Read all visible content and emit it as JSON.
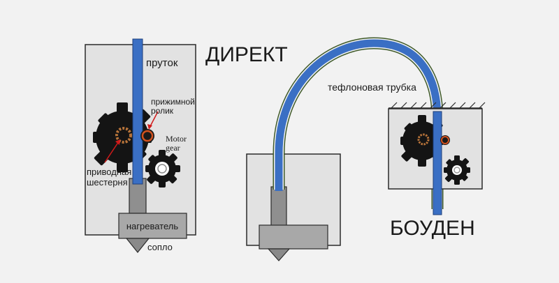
{
  "direct": {
    "title": "ДИРЕКТ",
    "filament": "пруток",
    "idler": "прижимной ролик",
    "idler_line1": "прижимной",
    "idler_line2": "ролик",
    "motor_gear_line1": "Motor",
    "motor_gear_line2": "gear",
    "drive_gear_line1": "приводная",
    "drive_gear_line2": "шестерня",
    "heater": "нагреватель",
    "nozzle": "сопло"
  },
  "bowden": {
    "title": "БОУДЕН",
    "tube": "тефлоновая трубка"
  },
  "colors": {
    "filament": "#3a6fc4",
    "tube_edge": "#3f5a2a",
    "block_fill": "#e2e2e2",
    "block_stroke": "#2a2a2a",
    "gear": "#141414",
    "drive_gear_core": "#b8743a",
    "idler_ring": "#d2521f",
    "arrow": "#d11a1a"
  }
}
